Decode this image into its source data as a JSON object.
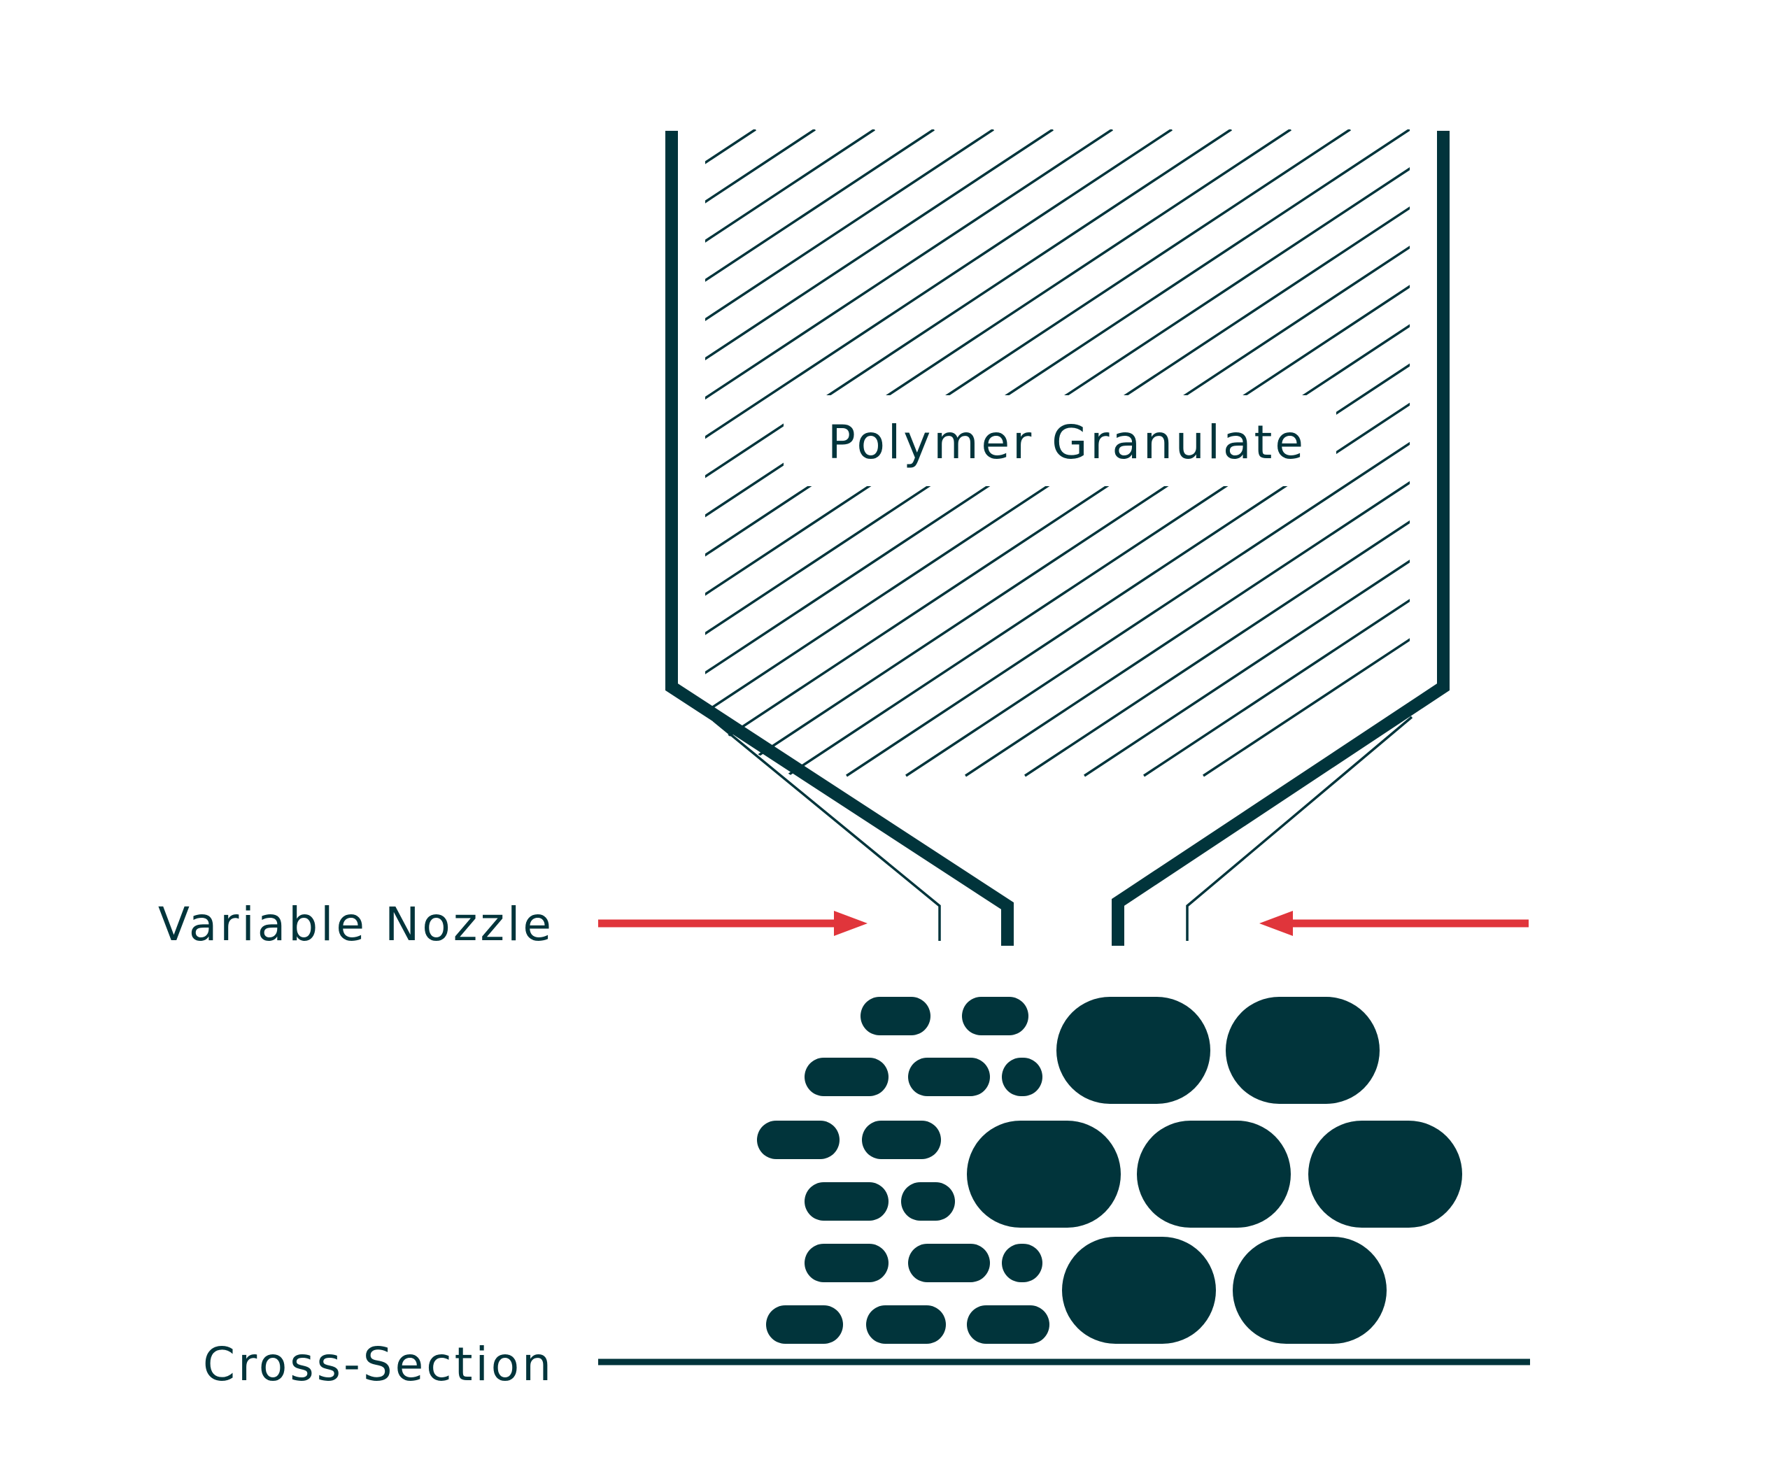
{
  "diagram": {
    "hopper_label": "Polymer Granulate",
    "nozzle_label": "Variable Nozzle",
    "cross_section_label": "Cross-Section"
  },
  "colors": {
    "ink": "#01343b",
    "arrow": "#e0353b",
    "background": "#ffffff"
  }
}
